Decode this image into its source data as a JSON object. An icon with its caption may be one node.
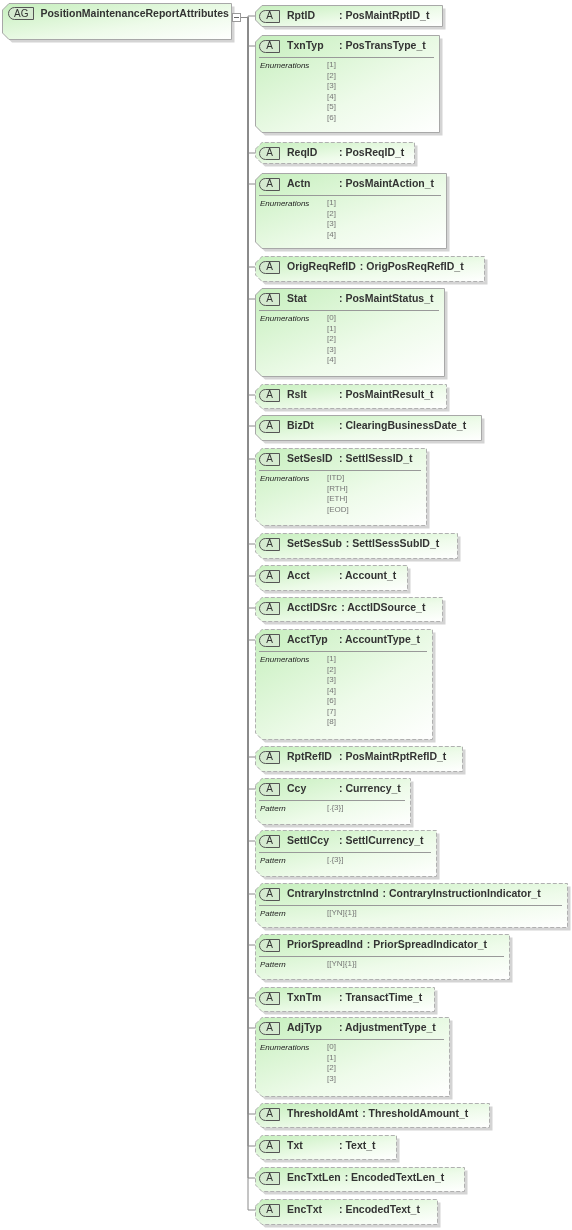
{
  "diagram": {
    "nodes": [
      {
        "text": [
          "AG",
          "PositionMaintenanceReportAttributes"
        ]
      },
      {
        "text": [
          "A",
          "RptID",
          ": PosMaintRptID_t"
        ]
      },
      {
        "text": [
          "A",
          "TxnTyp",
          ": PosTransType_t",
          "Enumerations",
          "[1]",
          "[2]",
          "[3]",
          "[4]",
          "[5]",
          "[6]"
        ]
      },
      {
        "text": [
          "A",
          "ReqID",
          ": PosReqID_t"
        ]
      },
      {
        "text": [
          "A",
          "Actn",
          ": PosMaintAction_t",
          "Enumerations",
          "[1]",
          "[2]",
          "[3]",
          "[4]"
        ]
      },
      {
        "text": [
          "A",
          "OrigReqRefID",
          ": OrigPosReqRefID_t"
        ]
      },
      {
        "text": [
          "A",
          "Stat",
          ": PosMaintStatus_t",
          "Enumerations",
          "[0]",
          "[1]",
          "[2]",
          "[3]",
          "[4]"
        ]
      },
      {
        "text": [
          "A",
          "Rslt",
          ": PosMaintResult_t"
        ]
      },
      {
        "text": [
          "A",
          "BizDt",
          ": ClearingBusinessDate_t"
        ]
      },
      {
        "text": [
          "A",
          "SetSesID",
          ": SettlSessID_t",
          "Enumerations",
          "[ITD]",
          "[RTH]",
          "[ETH]",
          "[EOD]"
        ]
      },
      {
        "text": [
          "A",
          "SetSesSub",
          ": SettlSessSubID_t"
        ]
      },
      {
        "text": [
          "A",
          "Acct",
          ": Account_t"
        ]
      },
      {
        "text": [
          "A",
          "AcctIDSrc",
          ": AcctIDSource_t"
        ]
      },
      {
        "text": [
          "A",
          "AcctTyp",
          ": AccountType_t",
          "Enumerations",
          "[1]",
          "[2]",
          "[3]",
          "[4]",
          "[6]",
          "[7]",
          "[8]"
        ]
      },
      {
        "text": [
          "A",
          "RptRefID",
          ": PosMaintRptRefID_t"
        ]
      },
      {
        "text": [
          "A",
          "Ccy",
          ": Currency_t",
          "Pattern",
          "[.{3}]"
        ]
      },
      {
        "text": [
          "A",
          "SettlCcy",
          ": SettlCurrency_t",
          "Pattern",
          "[.{3}]"
        ]
      },
      {
        "text": [
          "A",
          "CntraryInstrctnInd",
          ": ContraryInstructionIndicator_t",
          "Pattern",
          "[[YN]{1}]"
        ]
      },
      {
        "text": [
          "A",
          "PriorSpreadInd",
          ": PriorSpreadIndicator_t",
          "Pattern",
          "[[YN]{1}]"
        ]
      },
      {
        "text": [
          "A",
          "TxnTm",
          ": TransactTime_t"
        ]
      },
      {
        "text": [
          "A",
          "AdjTyp",
          ": AdjustmentType_t",
          "Enumerations",
          "[0]",
          "[1]",
          "[2]",
          "[3]"
        ]
      },
      {
        "text": [
          "A",
          "ThresholdAmt",
          ": ThresholdAmount_t"
        ]
      },
      {
        "text": [
          "A",
          "Txt",
          ": Text_t"
        ]
      },
      {
        "text": [
          "A",
          "EncTxtLen",
          ": EncodedTextLen_t"
        ]
      },
      {
        "text": [
          "A",
          "EncTxt",
          ": EncodedText_t"
        ]
      }
    ],
    "edges": [
      {
        "from": 0,
        "to": 1,
        "arrow": "none"
      },
      {
        "from": 0,
        "to": 2,
        "arrow": "none"
      },
      {
        "from": 0,
        "to": 3,
        "arrow": "none"
      },
      {
        "from": 0,
        "to": 4,
        "arrow": "none"
      },
      {
        "from": 0,
        "to": 5,
        "arrow": "none"
      },
      {
        "from": 0,
        "to": 6,
        "arrow": "none"
      },
      {
        "from": 0,
        "to": 7,
        "arrow": "none"
      },
      {
        "from": 0,
        "to": 8,
        "arrow": "none"
      },
      {
        "from": 0,
        "to": 9,
        "arrow": "none"
      },
      {
        "from": 0,
        "to": 10,
        "arrow": "none"
      },
      {
        "from": 0,
        "to": 11,
        "arrow": "none"
      },
      {
        "from": 0,
        "to": 12,
        "arrow": "none"
      },
      {
        "from": 0,
        "to": 13,
        "arrow": "none"
      },
      {
        "from": 0,
        "to": 14,
        "arrow": "none"
      },
      {
        "from": 0,
        "to": 15,
        "arrow": "none"
      },
      {
        "from": 0,
        "to": 16,
        "arrow": "none"
      },
      {
        "from": 0,
        "to": 17,
        "arrow": "none"
      },
      {
        "from": 0,
        "to": 18,
        "arrow": "none"
      },
      {
        "from": 0,
        "to": 19,
        "arrow": "none"
      },
      {
        "from": 0,
        "to": 20,
        "arrow": "none"
      },
      {
        "from": 0,
        "to": 21,
        "arrow": "none"
      },
      {
        "from": 0,
        "to": 22,
        "arrow": "none"
      },
      {
        "from": 0,
        "to": 23,
        "arrow": "none"
      },
      {
        "from": 0,
        "to": 24,
        "arrow": "none"
      }
    ]
  }
}
